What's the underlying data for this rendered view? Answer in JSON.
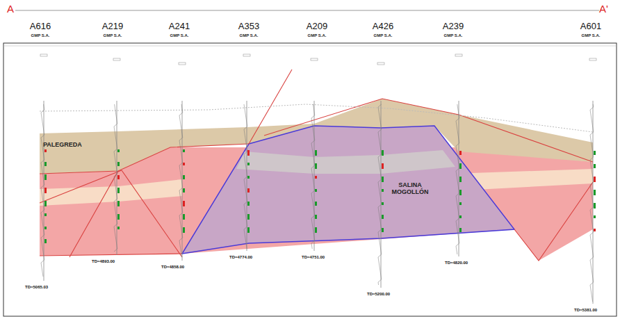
{
  "diagram": {
    "labels": [
      "A",
      "A'",
      "A616",
      "GMP S.A.",
      "A219",
      "GMP S.A.",
      "A241",
      "GMP S.A.",
      "A353",
      "GMP S.A.",
      "A209",
      "GMP S.A.",
      "A426",
      "GMP S.A.",
      "A239",
      "GMP S.A.",
      "A601",
      "GMP S.A.",
      "PALEGREDA",
      "SALINA MOGOLLÓN",
      "TD=5065.03",
      "TD=4893.00",
      "TD=4858.00",
      "TD=4774.00",
      "TD=4751.00",
      "TD=5200.00",
      "TD=4820.00",
      "TD=5381.00"
    ]
  }
}
